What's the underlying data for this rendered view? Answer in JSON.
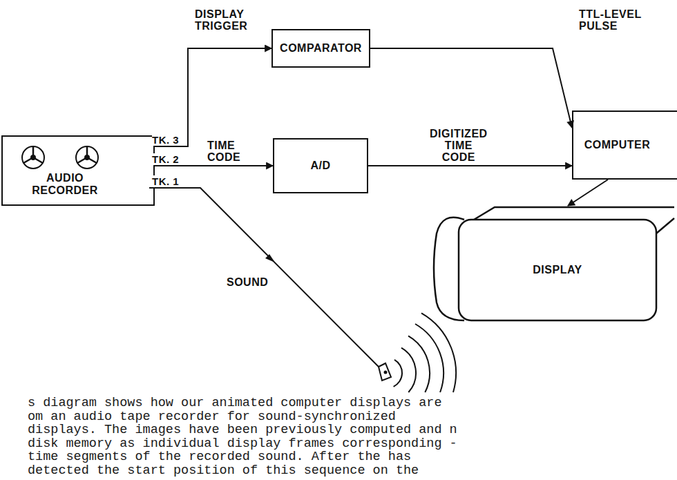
{
  "diagram": {
    "caption": "s diagram shows how our animated computer displays are om an audio tape recorder for sound-synchronized displays. The images have been previously computed and n disk memory as individual display frames corresponding -time segments of the recorded sound. After the has detected the start position of this sequence on the",
    "nodes": [
      {
        "text": [
          "AUDIO RECORDER"
        ]
      },
      {
        "text": [
          "COMPARATOR"
        ]
      },
      {
        "text": [
          "A/D"
        ]
      },
      {
        "text": [
          "COMPUTER"
        ]
      },
      {
        "text": [
          "DISPLAY"
        ]
      }
    ],
    "edges": [
      {
        "from": 0,
        "to": 1,
        "label": "DISPLAY TRIGGER",
        "arrow": "to"
      },
      {
        "from": 1,
        "to": 3,
        "label": "TTL-LEVEL PULSE",
        "arrow": "to"
      },
      {
        "from": 0,
        "to": 2,
        "label": "TIME CODE",
        "arrow": "to"
      },
      {
        "from": 2,
        "to": 3,
        "label": "DIGITIZED TIME CODE",
        "arrow": "to"
      },
      {
        "from": 3,
        "to": 4,
        "arrow": "to"
      }
    ],
    "labels": [
      "TK. 3",
      "TK. 2",
      "TK. 1",
      "SOUND"
    ]
  }
}
